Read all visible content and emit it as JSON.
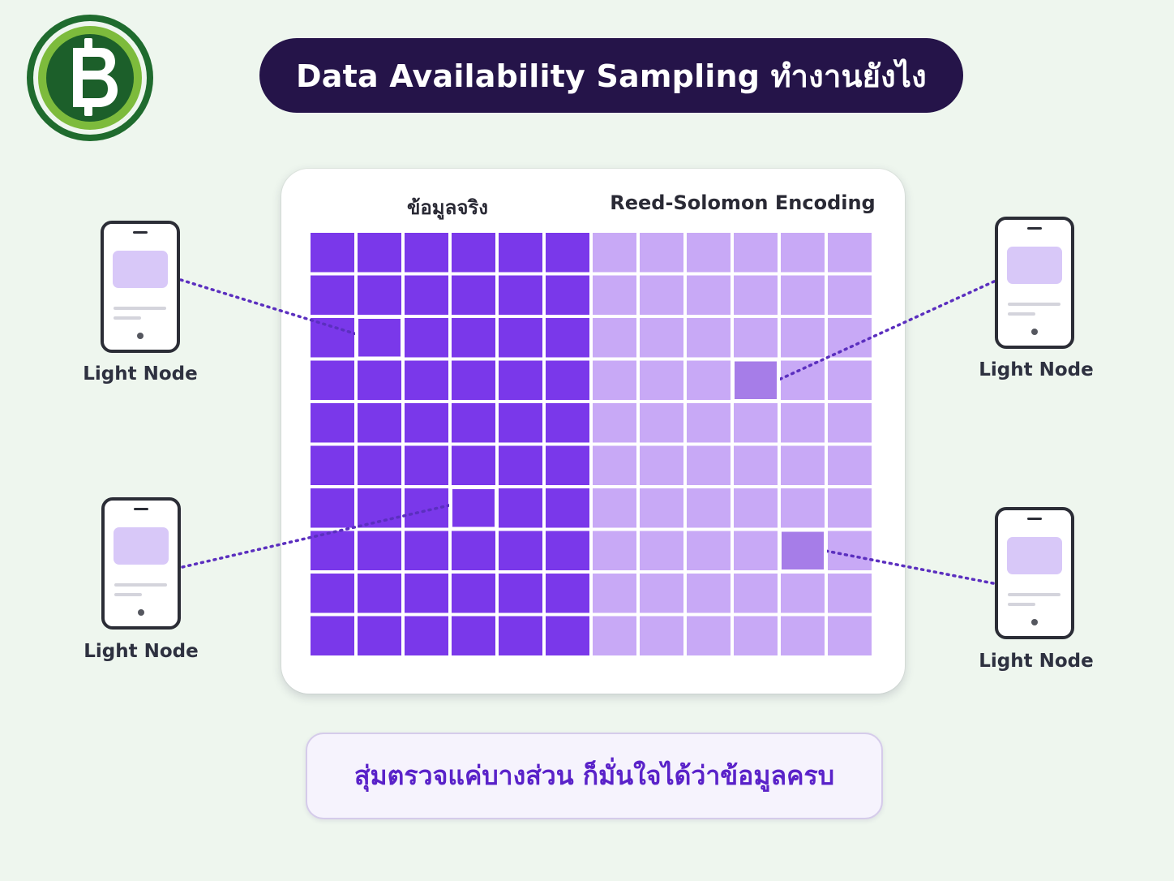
{
  "title": "Data Availability Sampling ทำงานยังไง",
  "logo": {
    "symbol": "฿",
    "colors": {
      "outer": "#1f6b2e",
      "ring": "#7dbb3c",
      "inner": "#1c5f2a",
      "glyph": "#ffffff"
    }
  },
  "grid": {
    "original_label": "ข้อมูลจริง",
    "encoded_label": "Reed-Solomon Encoding",
    "rows": 10,
    "original_cols": 6,
    "encoded_cols": 6,
    "colors": {
      "original": "#7a38ea",
      "encoded": "#c8a9f6",
      "highlight": "#a67de8"
    }
  },
  "samples": [
    {
      "region": "original",
      "row": 2,
      "col": 1
    },
    {
      "region": "original",
      "row": 6,
      "col": 3
    },
    {
      "region": "encoded",
      "row": 3,
      "col": 3
    },
    {
      "region": "encoded",
      "row": 7,
      "col": 4
    }
  ],
  "nodes": [
    {
      "label": "Light Node"
    },
    {
      "label": "Light Node"
    },
    {
      "label": "Light Node"
    },
    {
      "label": "Light Node"
    }
  ],
  "line_color": "#5b2fbf",
  "footer": {
    "text": "สุ่มตรวจแค่บางส่วน ก็มั่นใจได้ว่าข้อมูลครบ"
  }
}
